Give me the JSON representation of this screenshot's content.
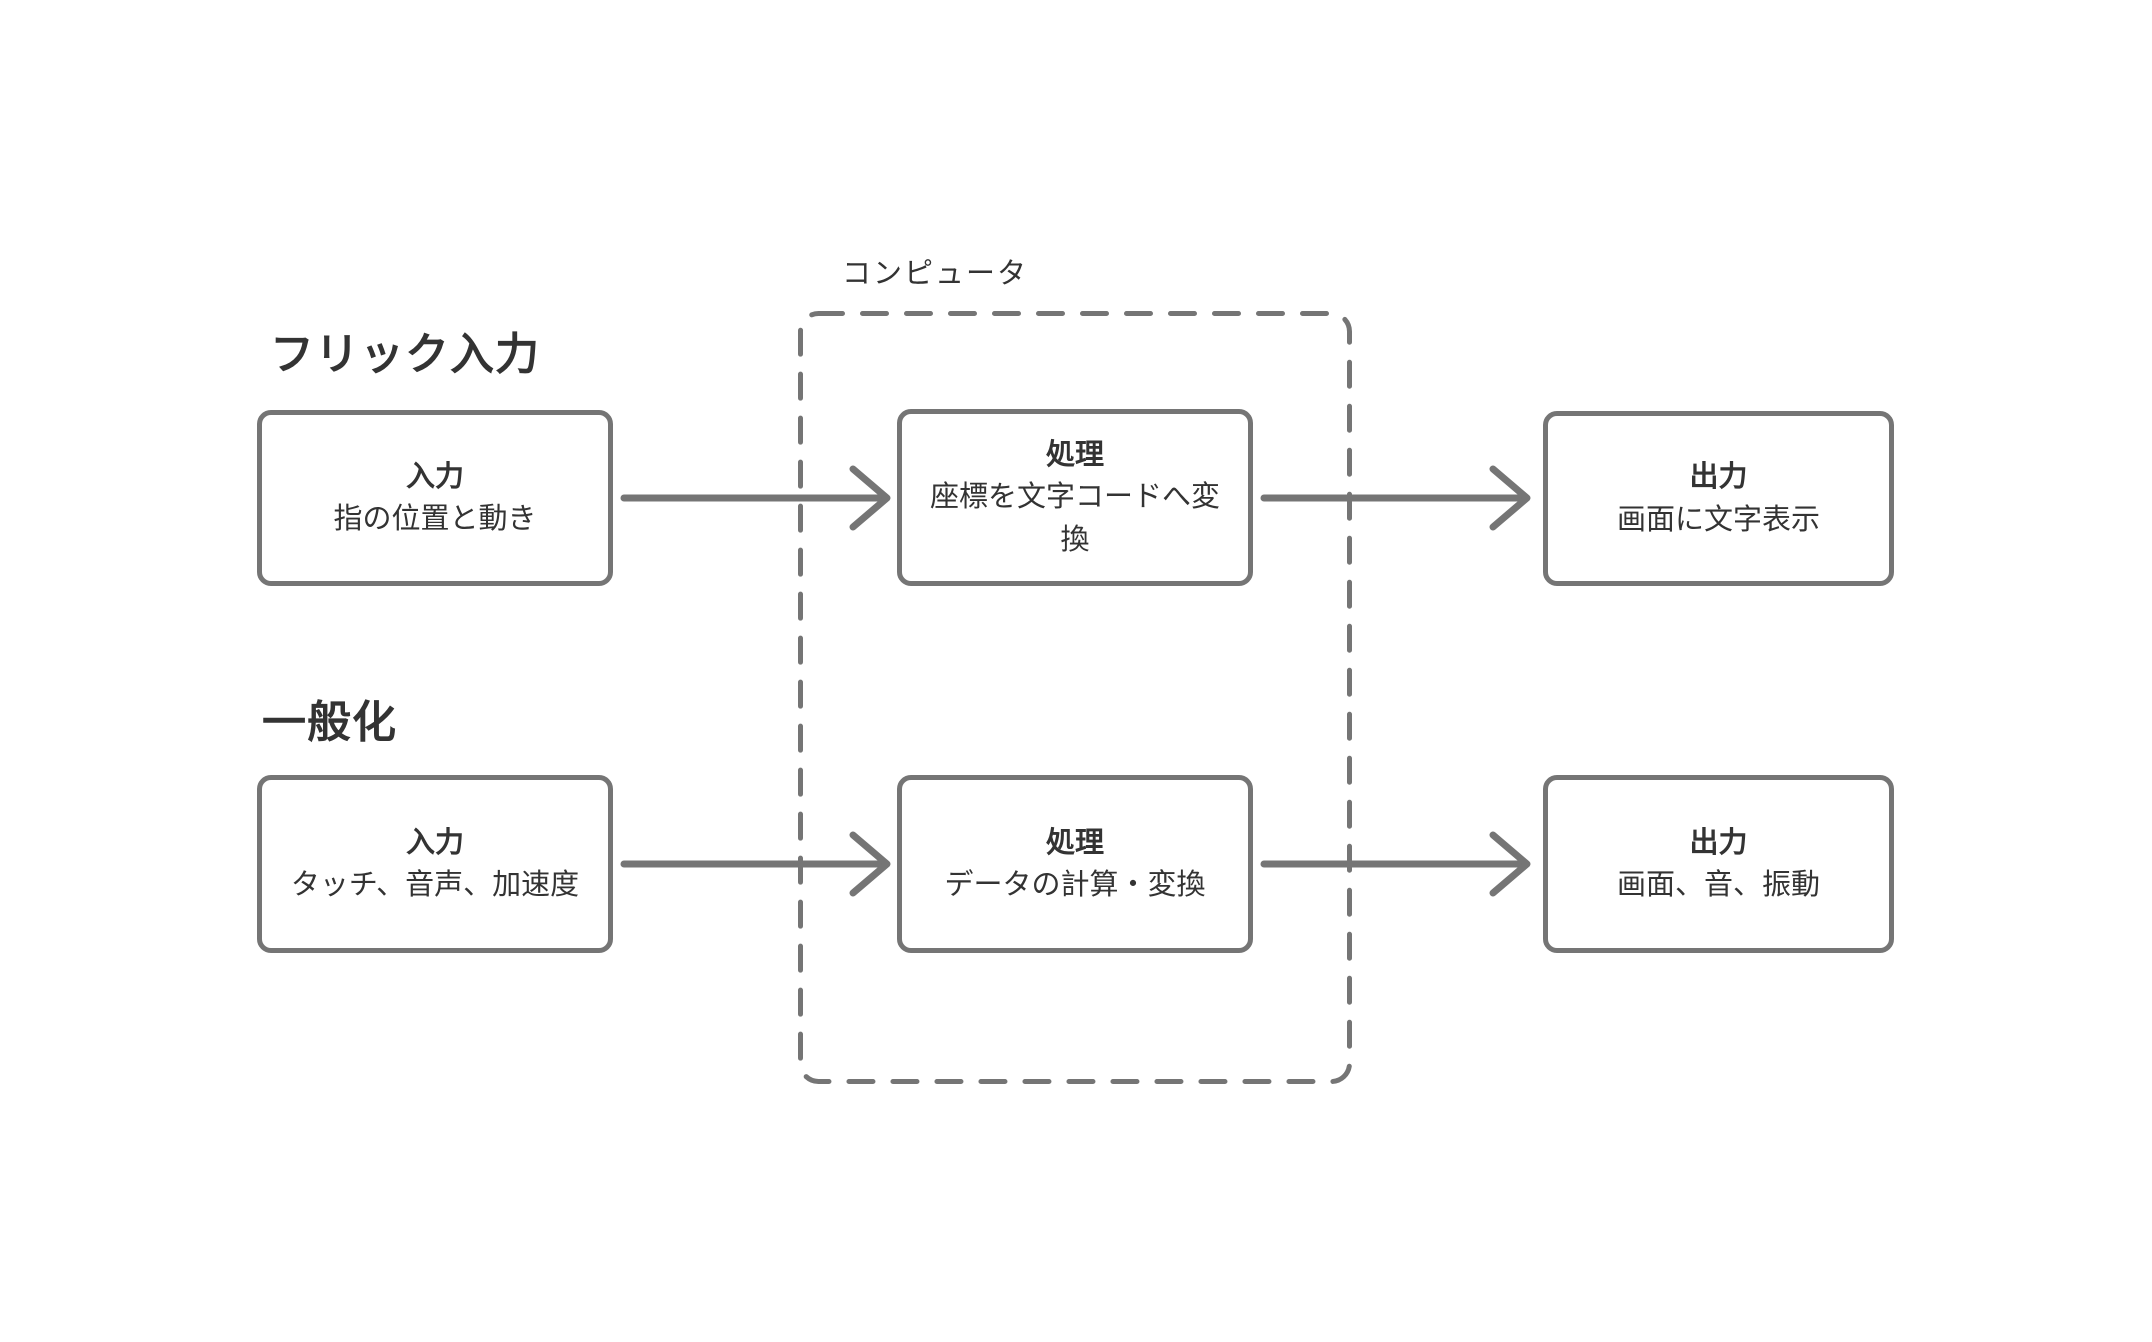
{
  "diagram": {
    "computer_group_label": "コンピュータ",
    "rows": [
      {
        "heading": "フリック入力",
        "input": {
          "title": "入力",
          "subtitle": "指の位置と動き"
        },
        "process": {
          "title": "処理",
          "subtitle": "座標を文字コードへ変換"
        },
        "output": {
          "title": "出力",
          "subtitle": "画面に文字表示"
        }
      },
      {
        "heading": "一般化",
        "input": {
          "title": "入力",
          "subtitle": "タッチ、音声、加速度"
        },
        "process": {
          "title": "処理",
          "subtitle": "データの計算・変換"
        },
        "output": {
          "title": "出力",
          "subtitle": "画面、音、振動"
        }
      }
    ],
    "colors": {
      "background": "#ffffff",
      "box_border": "#757575",
      "dashed_border": "#757575",
      "arrow": "#757575",
      "text": "#333333"
    }
  }
}
